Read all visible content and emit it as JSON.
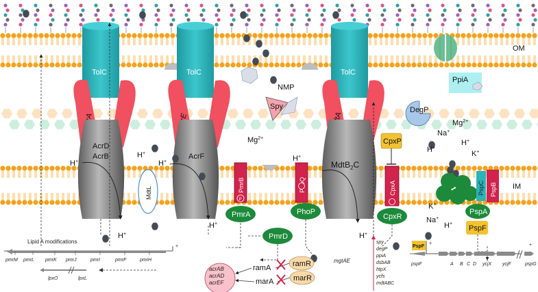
{
  "membranes": {
    "om": "OM",
    "im": "IM"
  },
  "colors": {
    "tolc": "#2bb3b9",
    "adaptor": "#f0505f",
    "pump": "#8a8a8a",
    "regulator_red": "#d1234b",
    "regulator_green": "#1c8a3a",
    "lipid_head": "#f5a11a",
    "yellow_box": "#f2c230",
    "pink_box": "#f9c1cb",
    "peach_box": "#f8d9a8"
  },
  "pumps": [
    {
      "tolc": "TolC",
      "adaptor": "AcrA",
      "transporter_top": "AcrD",
      "transporter_bottom": "AcrB"
    },
    {
      "tolc": "TolC",
      "adaptor": "AcrE",
      "transporter_top": "AcrF",
      "transporter_bottom": ""
    },
    {
      "tolc": "TolC",
      "adaptor": "MdtA",
      "transporter_top": "MdtB",
      "transporter_sub": "2",
      "transporter_tail": "C"
    }
  ],
  "mdtl": "MdtL",
  "proton": "H",
  "proton_sup": "+",
  "ions": {
    "mg": "Mg",
    "mg_sup": "2+",
    "na": "Na",
    "k": "K",
    "plus": "+"
  },
  "periplasm": {
    "nmp": "NMP",
    "spy": "Spy",
    "degp": "DegP",
    "ppia": "PpiA",
    "cpxp": "CpxP"
  },
  "regulators": {
    "pmrb": "PmrB",
    "pmra": "PmrA",
    "phoq": "PhoQ",
    "phop": "PhoP",
    "pmrd": "PmrD",
    "cpxa": "CpxA",
    "cpxr": "CpxR",
    "pspa": "PspA",
    "pspb": "PspB",
    "pspc": "PspC",
    "pspf": "PspF",
    "p": "P"
  },
  "bottom": {
    "lipid_a": "Lipid A modifications",
    "plus": "+",
    "pmr_genes": [
      "pmrM",
      "pmrL",
      "pmrK",
      "pmrJ",
      "pmrI",
      "pmrF",
      "pmrH"
    ],
    "lpx_genes": [
      "lpxO",
      "lpxL"
    ],
    "mgtAE": "mgtAE",
    "acr_targets": [
      "acrAB",
      "acrAD",
      "acrEF"
    ],
    "ramA": "ramA",
    "marA": "marA",
    "ramR": "ramR",
    "marR": "marR",
    "cpx_targets": [
      "spy",
      "degP",
      "ppiA",
      "dsbAB",
      "htpX",
      "ycfs",
      "mdtABC"
    ],
    "psp_box": "PspF",
    "psp_genes": [
      "pspF",
      "A",
      "B",
      "C",
      "D",
      "ycjX",
      "ycjF",
      "pspG"
    ]
  }
}
